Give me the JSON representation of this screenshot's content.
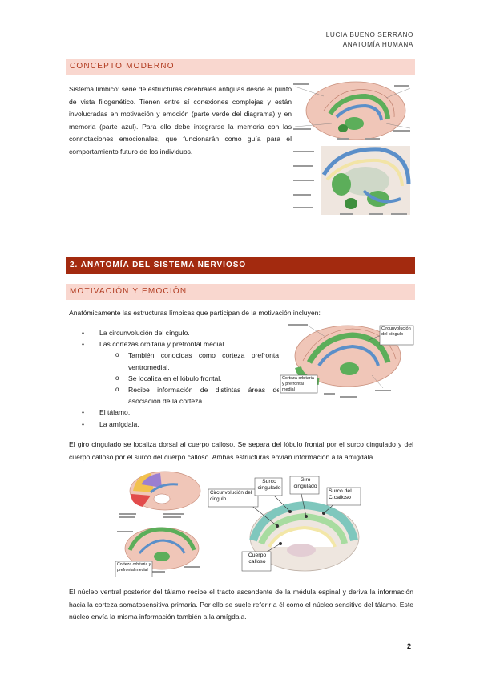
{
  "header": {
    "author": "LUCIA BUENO SERRANO",
    "subject": "ANATOMÍA HUMANA"
  },
  "section_concepto": {
    "title": "CONCEPTO MODERNO",
    "paragraph": "Sistema límbico: serie de estructuras cerebrales antiguas desde el punto de vista filogenético. Tienen entre sí conexiones complejas y están involucradas en motivación y emoción (parte verde del diagrama) y en memoria (parte azul). Para ello debe integrarse la memoria con las connotaciones emocionales, que funcionarán como guía para el comportamiento futuro de los individuos."
  },
  "section_anatomia": {
    "title": "2. ANATOMÍA DEL SISTEMA NERVIOSO"
  },
  "section_motivacion": {
    "title": "MOTIVACIÓN Y EMOCIÓN",
    "intro": "Anatómicamente las estructuras límbicas que participan de la motivación incluyen:",
    "items": {
      "i1": "La circunvolución del cíngulo.",
      "i2": "Las cortezas orbitaria y prefrontal medial.",
      "s1": "También conocidas como corteza prefrontal ventromedial.",
      "s2": "Se localiza en el lóbulo frontal.",
      "s3": "Recibe información de distintas áreas de asociación de la corteza.",
      "i3": "El tálamo.",
      "i4": "La amígdala."
    },
    "bullet": "•",
    "sub_bullet": "o",
    "para_giro": "El giro cingulado se localiza dorsal al cuerpo calloso. Se separa del lóbulo frontal por el surco cingulado y del cuerpo calloso por el surco del cuerpo calloso. Ambas estructuras envían información a la amígdala.",
    "para_nucleo": "El núcleo ventral posterior del tálamo recibe el tracto ascendente de la médula espinal y deriva la información hacia la corteza somatosensitiva primaria. Por ello se suele referir a él como el núcleo sensitivo del tálamo. Este núcleo envía la misma información también a la amígdala."
  },
  "figure_cingulo": {
    "label_circunvolucion": "Circunvolución del cíngulo",
    "label_cortezas": "Corteza orbitaria y prefrontal medial"
  },
  "figure_surcos": {
    "circunvolucion": "Circunvolución del cingulo",
    "surco_cingulado": "Surco cingulado",
    "giro_cingulado": "Giro cingulado",
    "surco_calloso": "Surco del C.calloso",
    "cuerpo_calloso": "Cuerpo calloso"
  },
  "figure_small": {
    "label_cortezas": "Corteza orbitaria y prefrontal medial"
  },
  "page_number": "2",
  "colors": {
    "band_light": "#f9d7cf",
    "band_dark": "#a32a0f",
    "title_light": "#b03a1f",
    "limbic_green": "#5cae5a",
    "memory_blue": "#5b8fc9",
    "cortex_pink": "#f0c6b8"
  }
}
